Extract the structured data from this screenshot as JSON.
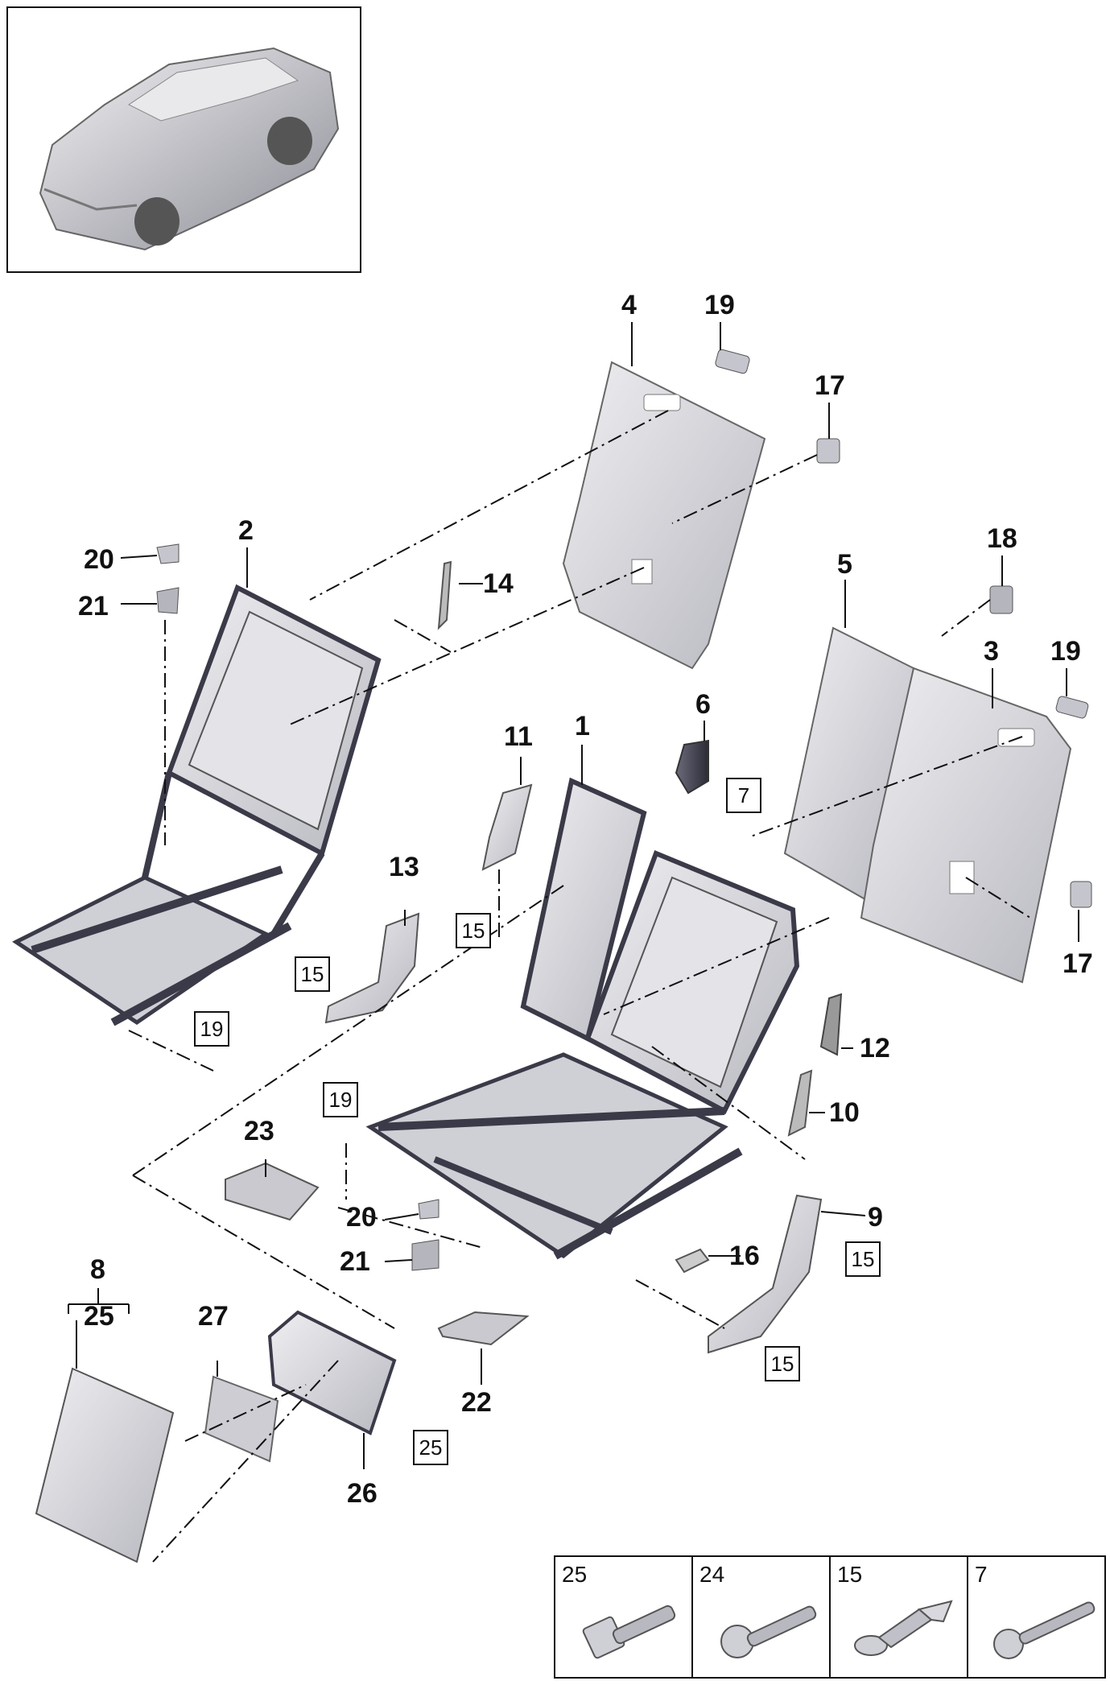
{
  "diagram": {
    "callouts": {
      "c1": "1",
      "c2": "2",
      "c3": "3",
      "c4": "4",
      "c5": "5",
      "c6": "6",
      "c8": "8",
      "c9": "9",
      "c10": "10",
      "c11": "11",
      "c12": "12",
      "c13": "13",
      "c14": "14",
      "c16": "16",
      "c17a": "17",
      "c17b": "17",
      "c18": "18",
      "c19a": "19",
      "c19b": "19",
      "c20a": "20",
      "c20b": "20",
      "c21a": "21",
      "c21b": "21",
      "c22": "22",
      "c23": "23",
      "c25": "25",
      "c26": "26",
      "c27": "27"
    },
    "boxed_refs": {
      "b7": "7",
      "b15a": "15",
      "b15b": "15",
      "b15c": "15",
      "b15d": "15",
      "b19a": "19",
      "b19b": "19",
      "b25": "25"
    },
    "legend": [
      {
        "number": "25",
        "icon": "bolt-flanged-icon"
      },
      {
        "number": "24",
        "icon": "bolt-stepped-icon"
      },
      {
        "number": "15",
        "icon": "clip-expanding-icon"
      },
      {
        "number": "7",
        "icon": "screw-torx-icon"
      }
    ],
    "colors": {
      "part_fill": "#d9d9dd",
      "part_dark": "#4a4a5a",
      "line": "#111111"
    }
  }
}
